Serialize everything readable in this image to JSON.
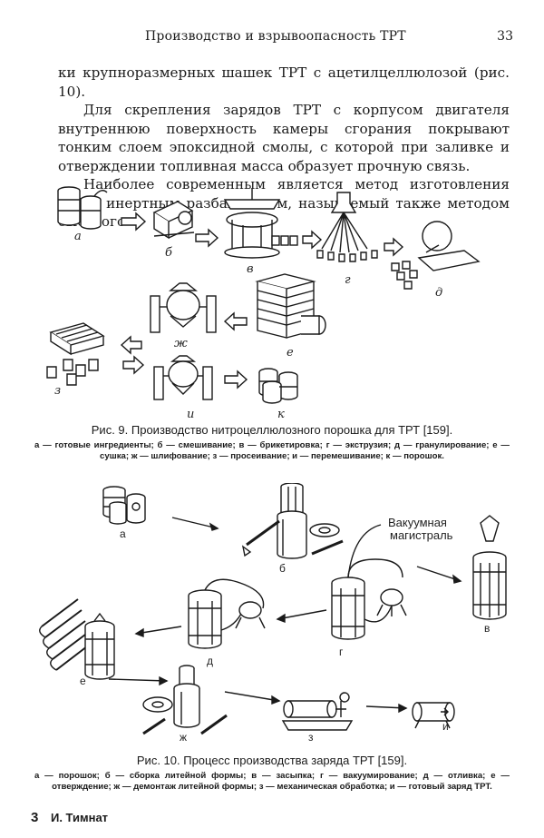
{
  "header": {
    "running_title": "Производство и взрывоопасность ТРТ",
    "page_number": "33"
  },
  "body": {
    "paragraphs": [
      "ки крупноразмерных шашек ТРТ с ацетилцеллюлозой (рис. 10).",
      "Для скрепления зарядов ТРТ с корпусом двигателя внутреннюю поверхность камеры сгорания покрывают тонким слоем эпоксидной смолы, с которой при заливке и отверждении топливная масса образует прочную связь.",
      "Наиболее современным является метод изготовления ТРТ с инертным разбавителем, называемый также методом быстрого"
    ]
  },
  "figure9": {
    "caption": "Рис. 9. Производство нитроцеллюлозного порошка для ТРТ [159].",
    "legend": "а — готовые ингредиенты; б — смешивание; в — брикетировка; г — экструзия; д — гранулирование; е — сушка; ж — шлифование; з — просеивание; и — перемешивание; к — порошок.",
    "labels": [
      "а",
      "б",
      "в",
      "г",
      "д",
      "е",
      "ж",
      "з",
      "и",
      "к"
    ]
  },
  "figure10": {
    "caption": "Рис. 10. Процесс производства заряда ТРТ [159].",
    "legend": "а — порошок; б — сборка литейной формы; в — засыпка; г — вакуумирование; д — отливка; е — отверждение; ж — демонтаж литейной формы; з — механическая обработка; и — готовый заряд ТРТ.",
    "labels": [
      "а",
      "б",
      "в",
      "г",
      "д",
      "е",
      "ж",
      "з",
      "и"
    ],
    "vacuum_line_1": "Вакуумная",
    "vacuum_line_2": "магистраль"
  },
  "footer": {
    "signature": "3",
    "author": "И. Тимнат"
  },
  "colors": {
    "ink": "#1a1a1a",
    "paper": "#ffffff"
  }
}
